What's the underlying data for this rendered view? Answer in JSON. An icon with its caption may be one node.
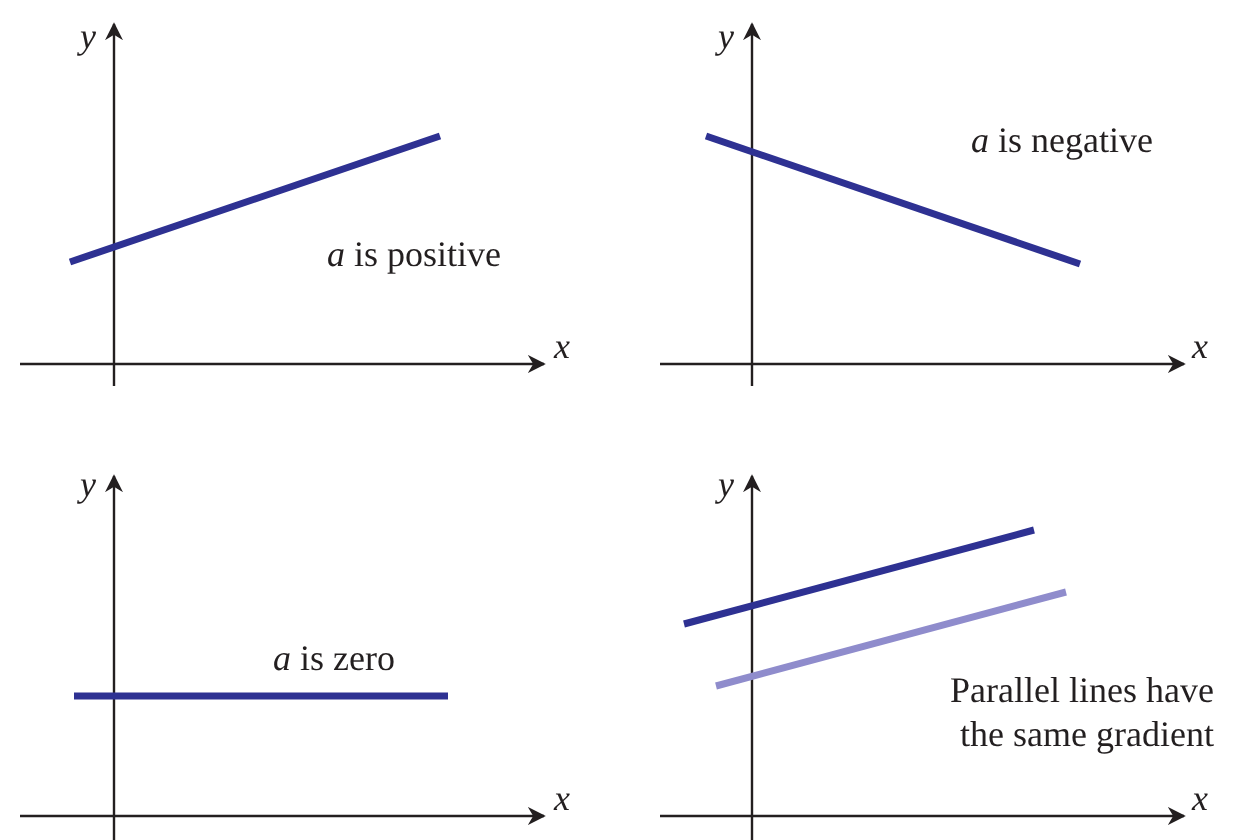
{
  "diagram": {
    "labels": [
      "y",
      "*a* is positive",
      "x",
      "y",
      "*a* is negative",
      "x",
      "y",
      "*a* is zero",
      "x",
      "y",
      "Parallel lines have the same gradient",
      "x"
    ]
  }
}
